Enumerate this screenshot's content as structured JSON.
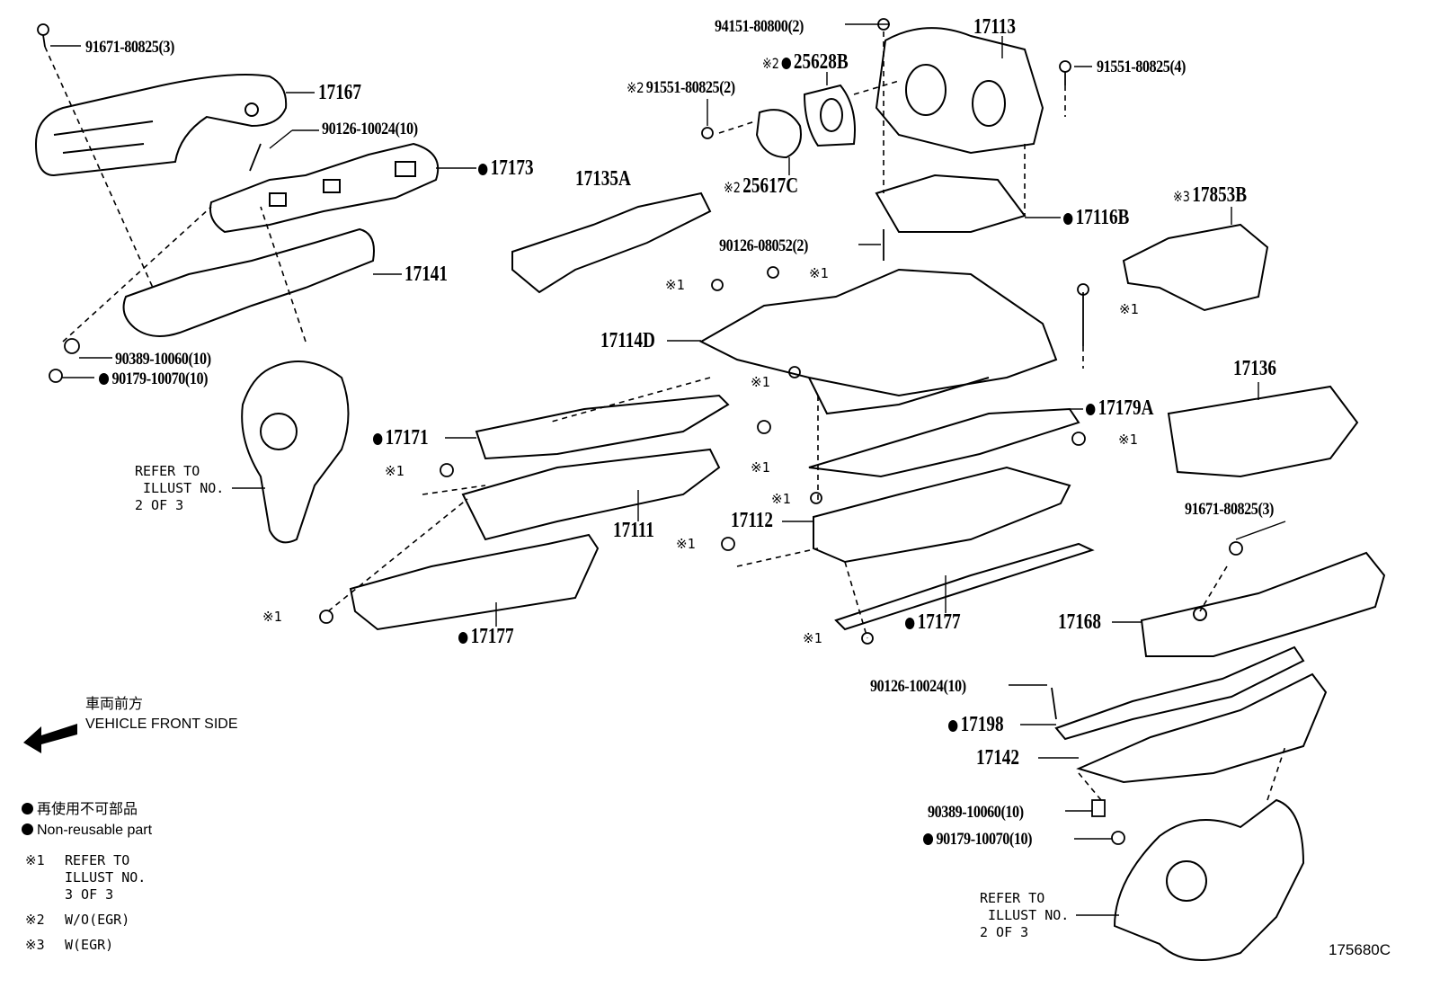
{
  "diagram": {
    "title_code": "175680C",
    "parts": [
      {
        "id": "p1",
        "label": "91671-80825(3)",
        "nonreusable": false,
        "ref": ""
      },
      {
        "id": "p2",
        "label": "17167",
        "nonreusable": false,
        "ref": ""
      },
      {
        "id": "p3",
        "label": "90126-10024(10)",
        "nonreusable": false,
        "ref": ""
      },
      {
        "id": "p4",
        "label": "17173",
        "nonreusable": true,
        "ref": ""
      },
      {
        "id": "p5",
        "label": "17141",
        "nonreusable": false,
        "ref": ""
      },
      {
        "id": "p6",
        "label": "90389-10060(10)",
        "nonreusable": false,
        "ref": ""
      },
      {
        "id": "p7",
        "label": "90179-10070(10)",
        "nonreusable": true,
        "ref": ""
      },
      {
        "id": "p8",
        "label": "17135A",
        "nonreusable": false,
        "ref": ""
      },
      {
        "id": "p9",
        "label": "94151-80800(2)",
        "nonreusable": false,
        "ref": ""
      },
      {
        "id": "p10",
        "label": "17113",
        "nonreusable": false,
        "ref": ""
      },
      {
        "id": "p11",
        "label": "25628B",
        "nonreusable": true,
        "ref": "※2"
      },
      {
        "id": "p12",
        "label": "91551-80825(2)",
        "nonreusable": false,
        "ref": "※2"
      },
      {
        "id": "p13",
        "label": "25617C",
        "nonreusable": false,
        "ref": "※2"
      },
      {
        "id": "p14",
        "label": "91551-80825(4)",
        "nonreusable": false,
        "ref": ""
      },
      {
        "id": "p15",
        "label": "17116B",
        "nonreusable": true,
        "ref": ""
      },
      {
        "id": "p16",
        "label": "17853B",
        "nonreusable": false,
        "ref": "※3"
      },
      {
        "id": "p17",
        "label": "90126-08052(2)",
        "nonreusable": false,
        "ref": ""
      },
      {
        "id": "p18",
        "label": "17114D",
        "nonreusable": false,
        "ref": ""
      },
      {
        "id": "p19",
        "label": "17171",
        "nonreusable": true,
        "ref": ""
      },
      {
        "id": "p20",
        "label": "17111",
        "nonreusable": false,
        "ref": ""
      },
      {
        "id": "p21",
        "label": "17179A",
        "nonreusable": true,
        "ref": ""
      },
      {
        "id": "p22",
        "label": "17136",
        "nonreusable": false,
        "ref": ""
      },
      {
        "id": "p23",
        "label": "17112",
        "nonreusable": false,
        "ref": ""
      },
      {
        "id": "p24",
        "label": "17177",
        "nonreusable": true,
        "ref": ""
      },
      {
        "id": "p25",
        "label": "17177",
        "nonreusable": true,
        "ref": ""
      },
      {
        "id": "p26",
        "label": "91671-80825(3)",
        "nonreusable": false,
        "ref": ""
      },
      {
        "id": "p27",
        "label": "17168",
        "nonreusable": false,
        "ref": ""
      },
      {
        "id": "p28",
        "label": "90126-10024(10)",
        "nonreusable": false,
        "ref": ""
      },
      {
        "id": "p29",
        "label": "17198",
        "nonreusable": true,
        "ref": ""
      },
      {
        "id": "p30",
        "label": "17142",
        "nonreusable": false,
        "ref": ""
      },
      {
        "id": "p31",
        "label": "90389-10060(10)",
        "nonreusable": false,
        "ref": ""
      },
      {
        "id": "p32",
        "label": "90179-10070(10)",
        "nonreusable": true,
        "ref": ""
      }
    ],
    "ref_markers": [
      "※1",
      "※1",
      "※1",
      "※1",
      "※1",
      "※1",
      "※1",
      "※1",
      "※1",
      "※1",
      "※1",
      "※1"
    ],
    "refer_notes": [
      "REFER TO\n ILLUST NO.\n2 OF 3",
      "REFER TO\n ILLUST NO.\n2 OF 3"
    ],
    "front": {
      "jp": "車両前方",
      "en": "VEHICLE FRONT SIDE",
      "icon": "arrow-left-icon"
    },
    "legend": {
      "nonreusable_jp": "再使用不可部品",
      "nonreusable_en": "Non-reusable part",
      "notes": [
        {
          "mark": "※1",
          "text": "REFER TO\nILLUST NO.\n3 OF 3"
        },
        {
          "mark": "※2",
          "text": "W/O(EGR)"
        },
        {
          "mark": "※3",
          "text": "W(EGR)"
        }
      ]
    }
  }
}
